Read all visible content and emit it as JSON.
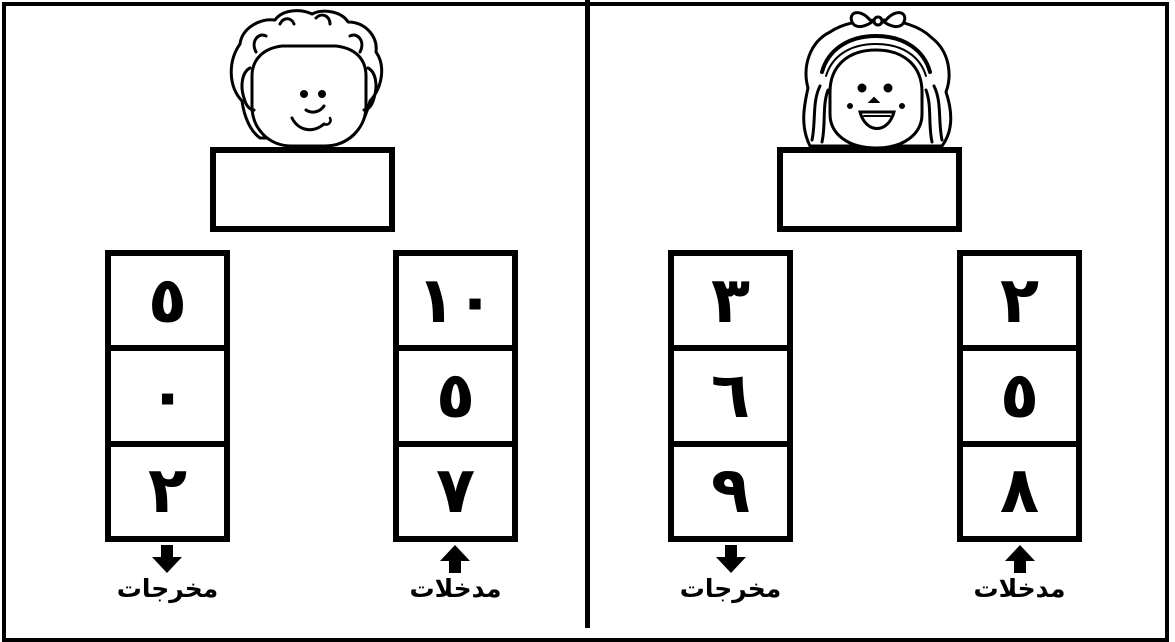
{
  "panels": [
    {
      "character": "boy-face",
      "outputs_label": "مخرجات",
      "inputs_label": "مدخلات",
      "outputs": [
        "٥",
        "٠",
        "٢"
      ],
      "inputs": [
        "١٠",
        "٥",
        "٧"
      ]
    },
    {
      "character": "girl-face",
      "outputs_label": "مخرجات",
      "inputs_label": "مدخلات",
      "outputs": [
        "٣",
        "٦",
        "٩"
      ],
      "inputs": [
        "٢",
        "٥",
        "٨"
      ]
    }
  ],
  "icons": {
    "output_arrow": "arrow-down-icon",
    "input_arrow": "arrow-up-icon"
  },
  "colors": {
    "ink": "#000000",
    "paper": "#ffffff"
  }
}
